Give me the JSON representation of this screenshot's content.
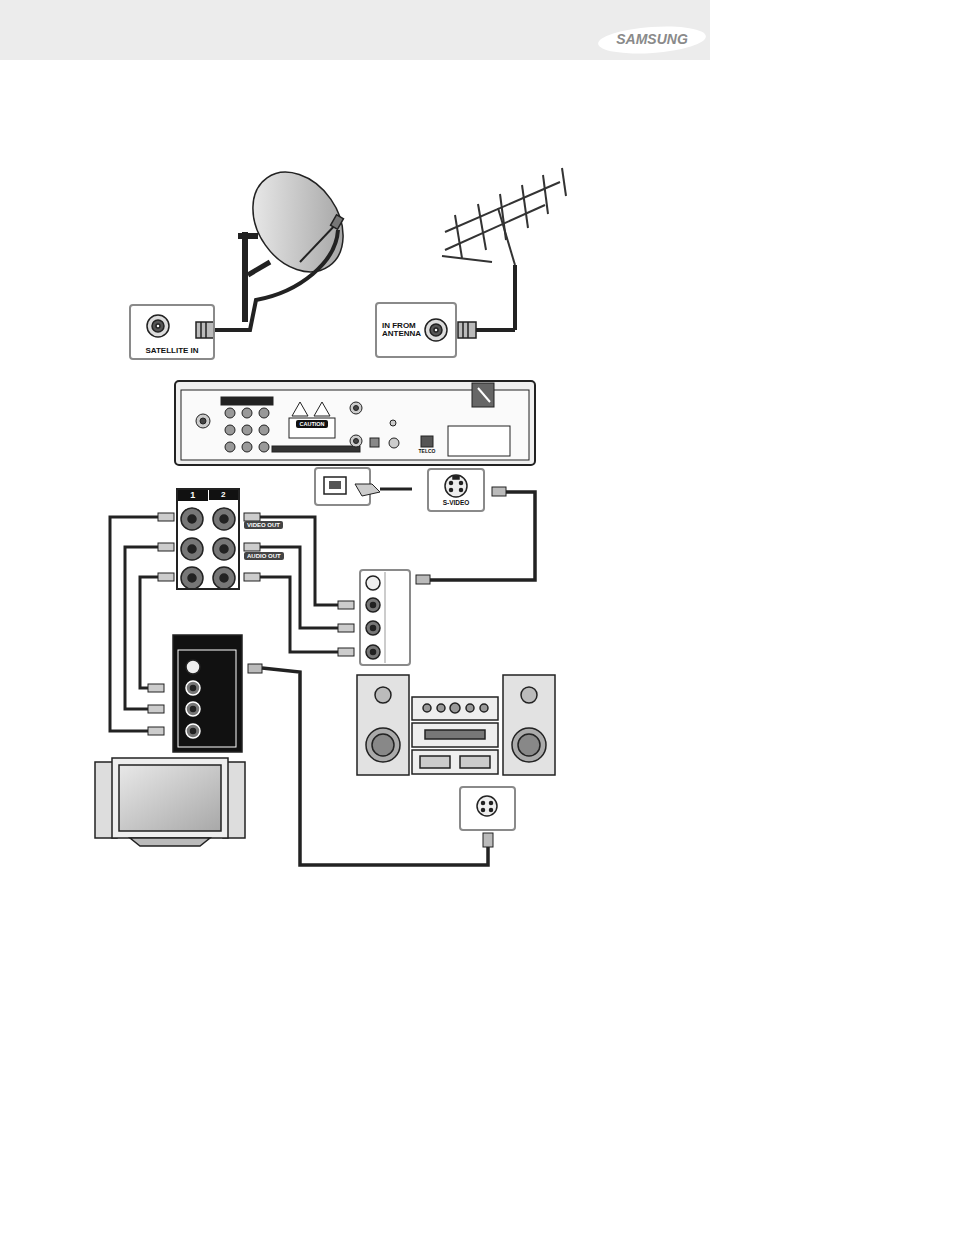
{
  "diagram": {
    "nodes": [
      {
        "text": [
          "SATELLITE IN"
        ]
      },
      {
        "text": [
          "IN FROM ANTENNA"
        ]
      },
      {
        "text": [
          "1",
          "2"
        ]
      },
      {
        "text": [
          "S-VIDEO"
        ]
      }
    ],
    "labels": [
      "SAMSUNG",
      "VIDEO OUT",
      "AUDIO OUT",
      "CAUTION",
      "TELCO"
    ]
  }
}
